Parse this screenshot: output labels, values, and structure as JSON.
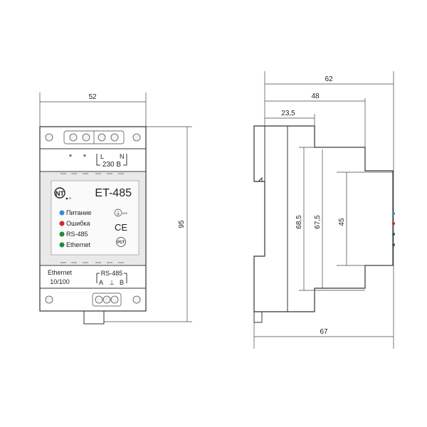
{
  "front_view": {
    "dims": {
      "width": "52",
      "height": "95"
    },
    "top_labels": {
      "star1": "*",
      "star2": "*",
      "l": "L",
      "n": "N",
      "voltage": "230 B"
    },
    "model": "ET-485",
    "logo_mark": "NT",
    "logo_r": "R",
    "leds": [
      {
        "label": "Питание",
        "color": "#2f8fd8"
      },
      {
        "label": "Ошибка",
        "color": "#d22a2a"
      },
      {
        "label": "RS-485",
        "color": "#1f8a3c"
      },
      {
        "label": "Ethernet",
        "color": "#1f8a3c"
      }
    ],
    "cert_marks": {
      "class": "025",
      "ce": "CE",
      "pct": "PCT"
    },
    "bottom_labels": {
      "ethernet": "Ethernet",
      "speed": "10/100",
      "rs485": "RS-485",
      "a": "A",
      "gnd": "⊥",
      "b": "B"
    }
  },
  "side_view": {
    "dims": {
      "overall_top": "62",
      "mid_top": "48",
      "small_top": "23,5",
      "h1": "68,5",
      "h2": "67,5",
      "h3": "45",
      "overall_bottom": "67"
    }
  }
}
